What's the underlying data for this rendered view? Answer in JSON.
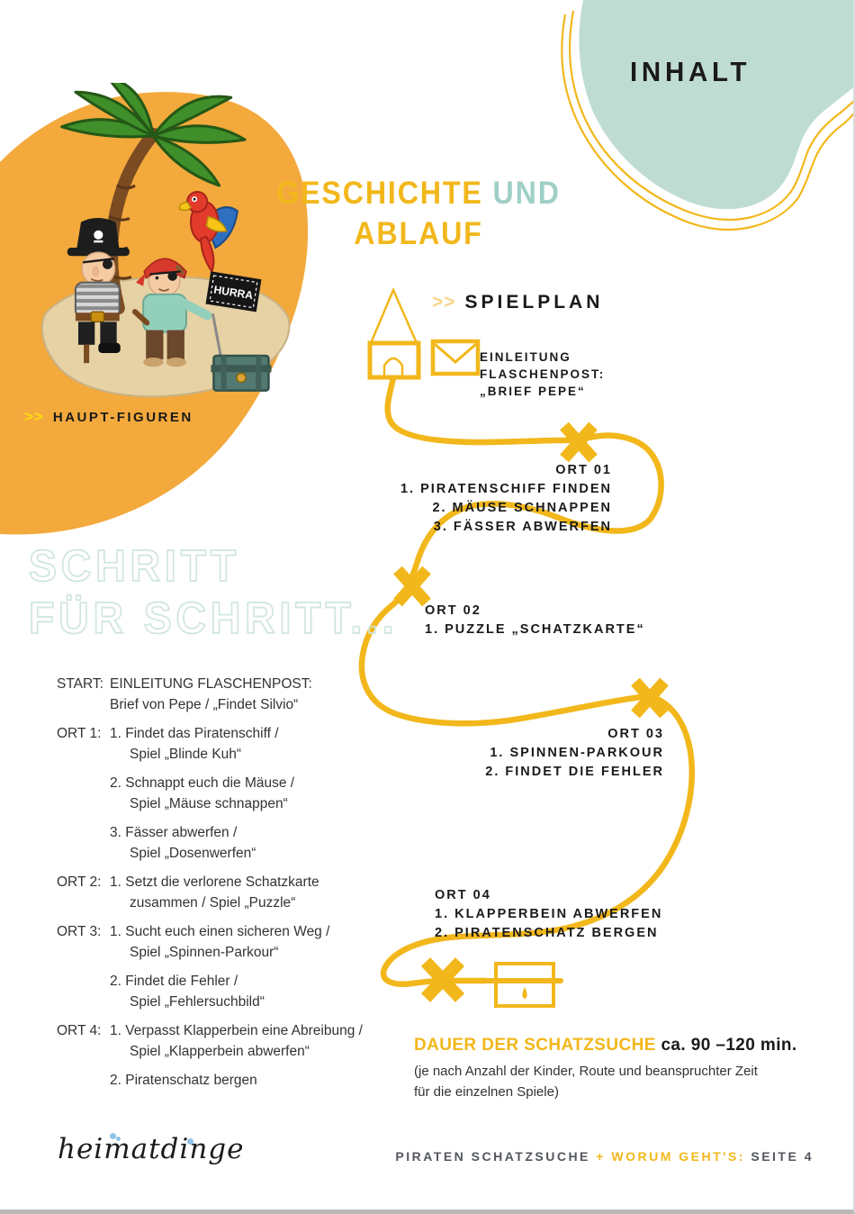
{
  "colors": {
    "yellow": "#F2B71B",
    "yellow_light": "#F7D488",
    "yellow_bright": "#FFDE14",
    "orange": "#F3A93C",
    "mint": "#BFDCD3",
    "teal_text": "#9FCFC5",
    "outline_text": "#CFE5DF",
    "ink": "#1A1A1A",
    "body_text": "#333333",
    "footer_gray": "#53575D"
  },
  "header": {
    "inhalt": "INHALT"
  },
  "headings": {
    "main_line1_yellow": "GESCHICHTE ",
    "main_line1_teal": "UND",
    "main_line2": "ABLAUF",
    "spielplan_chevrons": ">>",
    "spielplan": "SPIELPLAN",
    "haupt_chevrons": ">>",
    "haupt_figuren": "HAUPT-FIGUREN",
    "schritt_line1": "SCHRITT",
    "schritt_line2": "FÜR SCHRITT..."
  },
  "map": {
    "einleitung": [
      "EINLEITUNG",
      "FLASCHENPOST:",
      "„BRIEF PEPE“"
    ],
    "stations": [
      {
        "title": "ORT 01",
        "items": [
          "1. PIRATENSCHIFF FINDEN",
          "2. MÄUSE SCHNAPPEN",
          "3. FÄSSER ABWERFEN"
        ]
      },
      {
        "title": "ORT 02",
        "items": [
          "1. PUZZLE „SCHATZKARTE“"
        ]
      },
      {
        "title": "ORT 03",
        "items": [
          "1. SPINNEN-PARKOUR",
          "2. FINDET DIE FEHLER"
        ]
      },
      {
        "title": "ORT 04",
        "items": [
          "1. KLAPPERBEIN ABWERFEN",
          "2. PIRATENSCHATZ BERGEN"
        ]
      }
    ]
  },
  "steps": [
    {
      "label": "START:",
      "lines": [
        "EINLEITUNG FLASCHENPOST:",
        "Brief von Pepe / „Findet Silvio“"
      ]
    },
    {
      "label": "ORT 1:",
      "lines": [
        "1. Findet das Piratenschiff /",
        "Spiel „Blinde Kuh“"
      ]
    },
    {
      "label": "",
      "lines": [
        "2. Schnappt euch die Mäuse /",
        "Spiel „Mäuse schnappen“"
      ]
    },
    {
      "label": "",
      "lines": [
        "3. Fässer abwerfen /",
        "Spiel „Dosenwerfen“"
      ]
    },
    {
      "label": "ORT 2:",
      "lines": [
        "1. Setzt die verlorene Schatzkarte",
        "zusammen / Spiel „Puzzle“"
      ]
    },
    {
      "label": "ORT 3:",
      "lines": [
        "1. Sucht euch einen sicheren Weg /",
        "Spiel „Spinnen-Parkour“"
      ]
    },
    {
      "label": "",
      "lines": [
        "2. Findet die Fehler /",
        "Spiel „Fehlersuchbild“"
      ]
    },
    {
      "label": "ORT 4:",
      "lines": [
        "1. Verpasst Klapperbein eine Abreibung /",
        "Spiel „Klapperbein abwerfen“"
      ]
    },
    {
      "label": "",
      "lines": [
        "2. Piratenschatz bergen",
        ""
      ]
    }
  ],
  "duration": {
    "title": "DAUER DER SCHATZSUCHE",
    "value": " ca. 90 –120 min.",
    "note_line1": "(je nach Anzahl der Kinder, Route und beanspruchter Zeit",
    "note_line2": "für die einzelnen Spiele)"
  },
  "illustration": {
    "flag_text": "HURRA"
  },
  "footer": {
    "logo": "heimatdinge",
    "left": "PIRATEN SCHATZSUCHE",
    "plus": " + ",
    "middle": "WORUM GEHT'S: ",
    "right": "SEITE 4"
  }
}
